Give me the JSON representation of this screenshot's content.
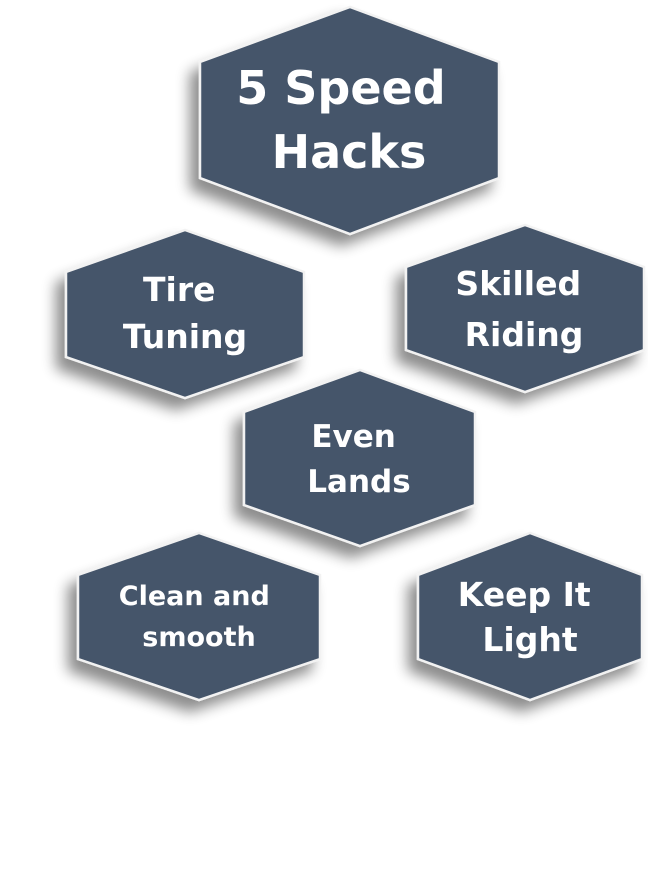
{
  "diagram": {
    "fill_color": "#44546a",
    "edge_highlight": "#f2f2f2",
    "text_color": "#ffffff",
    "title": {
      "lines": [
        "5 Speed",
        "Hacks"
      ]
    },
    "items": [
      {
        "id": "tire-tuning",
        "lines": [
          "Tire",
          "Tuning"
        ]
      },
      {
        "id": "skilled-riding",
        "lines": [
          "Skilled",
          "Riding"
        ]
      },
      {
        "id": "even-lands",
        "lines": [
          "Even",
          "Lands"
        ]
      },
      {
        "id": "clean-and-smooth",
        "lines": [
          "Clean and",
          "smooth"
        ]
      },
      {
        "id": "keep-it-light",
        "lines": [
          "Keep It",
          "Light"
        ]
      }
    ]
  }
}
